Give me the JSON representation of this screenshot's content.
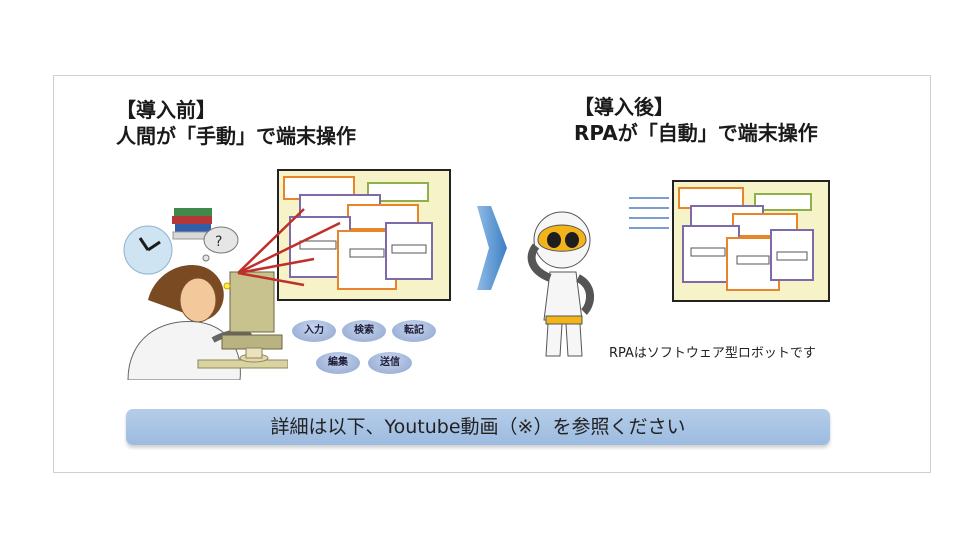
{
  "before": {
    "bracket_title": "【導入前】",
    "subtitle": "人間が「手動」で端末操作",
    "bubbles": [
      "入力",
      "検索",
      "転記",
      "編集",
      "送信"
    ],
    "think_mark": "?"
  },
  "after": {
    "bracket_title": "【導入後】",
    "subtitle": "RPAが「自動」で端末操作",
    "caption": "RPAはソフトウェア型ロボットです"
  },
  "banner": {
    "text": "詳細は以下、Youtube動画（※）を参照ください"
  },
  "colors": {
    "banner": "#a9c6e7",
    "arrow": "#5b93cf",
    "window_orange": "#e8852a",
    "window_green": "#8db04a",
    "window_purple": "#7d6aa8",
    "screen_bg": "#f7f3c8",
    "laser_red": "#c0302b",
    "robot_yellow": "#f2b418"
  }
}
